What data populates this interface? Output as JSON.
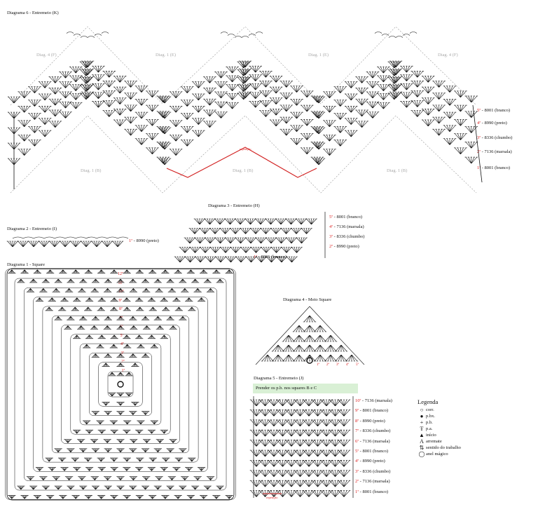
{
  "diagram6": {
    "title": "Diagrama 6 - Entremeio (K)",
    "top_labels": [
      "Diag. 4 (F)",
      "Diag. 1 (E)",
      "Diag. 1 (E)",
      "Diag. 4 (F)"
    ],
    "bottom_labels": [
      "Diag. 1 (B)",
      "Diag. 1 (B)",
      "Diag. 1 (B)"
    ],
    "repeat_label": "repetição",
    "rows": [
      {
        "n": "5ª",
        "text": " - 8001 (branco)"
      },
      {
        "n": "4ª",
        "text": " - 8990 (preto)"
      },
      {
        "n": "3ª",
        "text": " - 8336 (chumbo)"
      },
      {
        "n": "2ª",
        "text": " - 7136 (marsala)"
      },
      {
        "n": "1ª",
        "text": " - 8001 (branco)"
      }
    ]
  },
  "diagram3": {
    "title": "Diagrama 3 - Entremeio (H)",
    "rows": [
      {
        "n": "5ª",
        "text": " - 8001 (branco)"
      },
      {
        "n": "4ª",
        "text": " - 7136 (marsala)"
      },
      {
        "n": "3ª",
        "text": " - 8336 (chumbo)"
      },
      {
        "n": "2ª",
        "text": " - 8990 (preto)"
      },
      {
        "n": "1ª",
        "text": " - 8001 (branco)"
      }
    ]
  },
  "diagram2": {
    "title": "Diagrama 2 - Entremeio (I)",
    "rows": [
      {
        "n": "1ª",
        "text": " - 8990 (preto)"
      }
    ]
  },
  "diagram1": {
    "title": "Diagrama 1 - Square",
    "round_numbers": [
      "12ª",
      "11ª",
      "10ª",
      "9ª",
      "8ª",
      "7ª",
      "6ª",
      "5ª",
      "4ª",
      "3ª",
      "2ª",
      "1ª"
    ]
  },
  "diagram4": {
    "title": "Diagrama 4 - Meio Square",
    "round_numbers": [
      "1ª",
      "2ª",
      "3ª",
      "4ª",
      "5ª"
    ]
  },
  "diagram5": {
    "title": "Diagrama 5 - Entremeio (J)",
    "hint": "Prender os p.b. nos squares B e C",
    "repeat_label": "repetição",
    "rows": [
      {
        "n": "10ª",
        "text": " - 7136 (marsala)"
      },
      {
        "n": "9ª",
        "text": " - 8001 (branco)"
      },
      {
        "n": "8ª",
        "text": " - 8990 (preto)"
      },
      {
        "n": "7ª",
        "text": " - 8336 (chumbo)"
      },
      {
        "n": "6ª",
        "text": " - 7136 (marsala)"
      },
      {
        "n": "5ª",
        "text": " - 8001 (branco)"
      },
      {
        "n": "4ª",
        "text": " - 8990 (preto)"
      },
      {
        "n": "3ª",
        "text": " - 8336 (chumbo)"
      },
      {
        "n": "2ª",
        "text": " - 7136 (marsala)"
      },
      {
        "n": "1ª",
        "text": " - 8001 (branco)"
      }
    ]
  },
  "legend": {
    "title": "Legenda",
    "items": [
      {
        "icon": "chain-icon",
        "glyph": "○",
        "label": "corr."
      },
      {
        "icon": "slip-stitch-icon",
        "glyph": "●",
        "label": "p.bx."
      },
      {
        "icon": "single-crochet-icon",
        "glyph": "+",
        "label": "p.b."
      },
      {
        "icon": "double-crochet-icon",
        "glyph": "Ŧ",
        "label": "p.a."
      },
      {
        "icon": "start-icon",
        "glyph": "▲",
        "label": "início"
      },
      {
        "icon": "finish-icon",
        "glyph": "A",
        "label": "arremate"
      },
      {
        "icon": "direction-icon",
        "glyph": "⇅",
        "label": "sentido do trabalho"
      },
      {
        "icon": "magic-ring-icon",
        "glyph": "◯",
        "label": "anel mágico"
      }
    ]
  },
  "colors": {
    "accent": "#d22222",
    "ink": "#111111",
    "guide": "#999999",
    "hint_bg": "#d9f0d5"
  }
}
